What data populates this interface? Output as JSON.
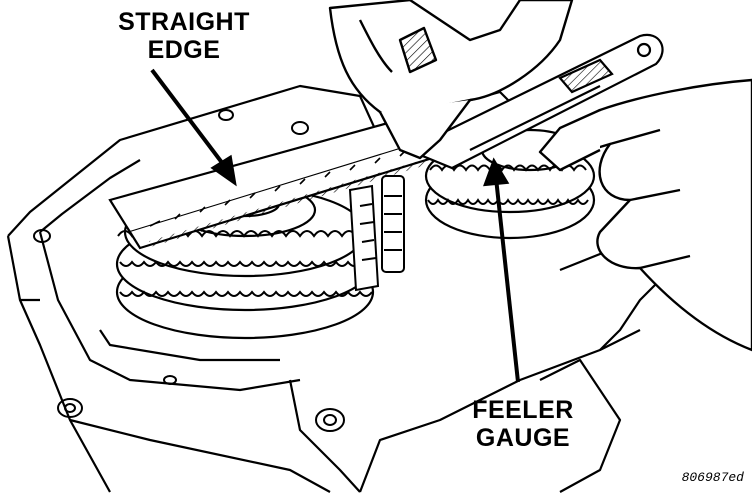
{
  "labels": {
    "straight_edge_line1": "STRAIGHT",
    "straight_edge_line2": "EDGE",
    "feeler_gauge_line1": "FEELER",
    "feeler_gauge_line2": "GAUGE"
  },
  "figure_code": "806987ed",
  "colors": {
    "ink": "#000000",
    "paper": "#ffffff"
  }
}
